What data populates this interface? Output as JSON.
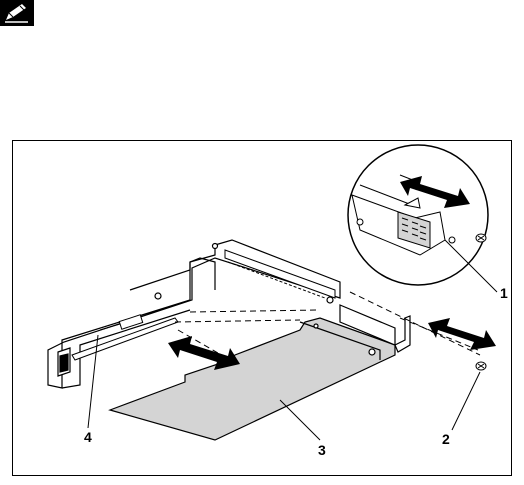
{
  "note": {
    "icon": "note-pencil-icon"
  },
  "figure": {
    "callouts": [
      {
        "label": "1"
      },
      {
        "label": "2"
      },
      {
        "label": "3"
      },
      {
        "label": "4"
      }
    ],
    "colors": {
      "card": "#d4d4d4",
      "line": "#000000",
      "background": "#ffffff"
    }
  }
}
